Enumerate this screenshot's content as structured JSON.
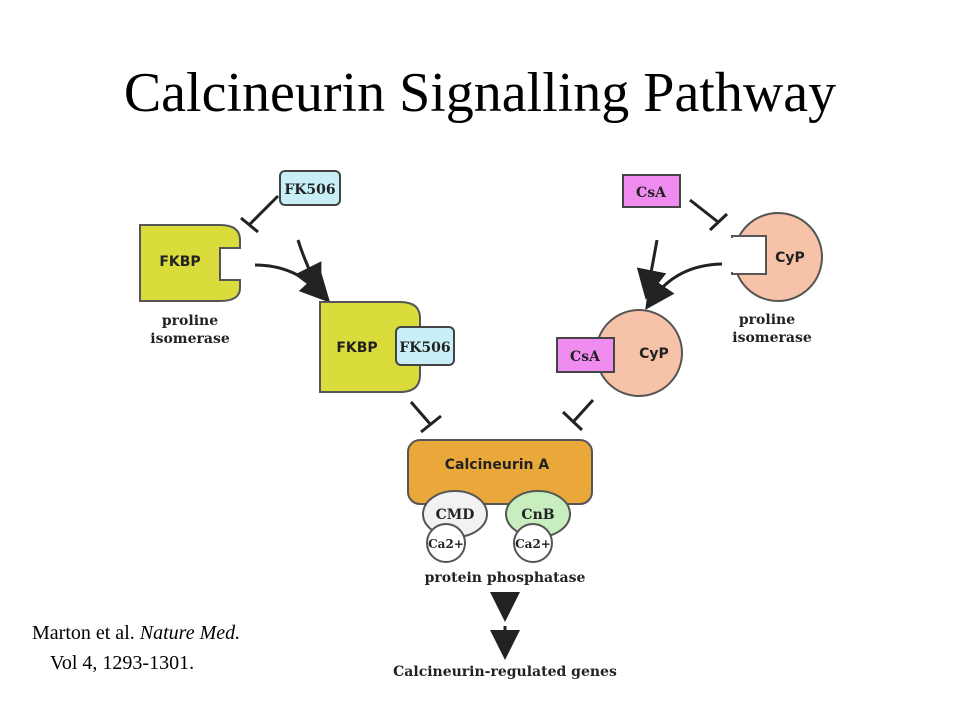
{
  "title": "Calcineurin Signalling Pathway",
  "citation": {
    "authors": "Marton et al.",
    "journal": "Nature Med.",
    "volume_pages": "Vol  4, 1293-1301."
  },
  "labels": {
    "fk506_free": "FK506",
    "fkbp_free": "FKBP",
    "fkbp_desc_1": "proline",
    "fkbp_desc_2": "isomerase",
    "fkbp_complex": "FKBP",
    "fk506_complex": "FK506",
    "csa_free": "CsA",
    "cyp_free": "CyP",
    "cyp_desc_1": "proline",
    "cyp_desc_2": "isomerase",
    "csa_complex": "CsA",
    "cyp_complex": "CyP",
    "calcineurin_a": "Calcineurin A",
    "cmd": "CMD",
    "cnb": "CnB",
    "ca_left": "Ca2+",
    "ca_right": "Ca2+",
    "phosphatase": "protein phosphatase",
    "genes": "Calcineurin-regulated genes"
  },
  "colors": {
    "fkbp": "#d9dc3a",
    "fk506": "#c8eef8",
    "csa": "#f08cf0",
    "cyp": "#f6c2a8",
    "calcineurin": "#eba83a",
    "cmd": "#f2f2f2",
    "cnb": "#c8eec0"
  }
}
